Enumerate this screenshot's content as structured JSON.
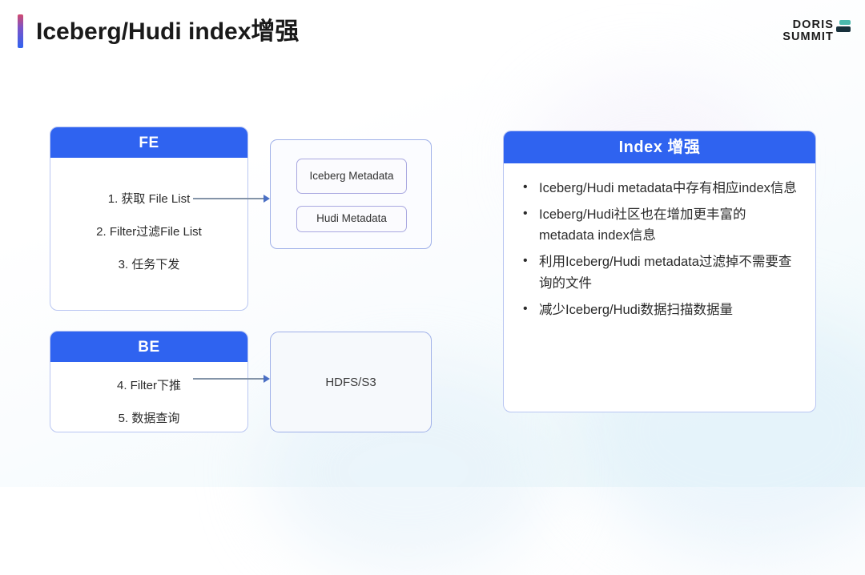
{
  "slide": {
    "title": "Iceberg/Hudi index增强",
    "accent_color": "#2f63f0",
    "header_blue": "#2f63f0",
    "background": "#ffffff"
  },
  "logo": {
    "line1": "DORIS",
    "line2": "SUMMIT",
    "mark_top_color": "#4bb9ad",
    "mark_bottom_color": "#17313c"
  },
  "diagram": {
    "fe": {
      "title": "FE",
      "steps": [
        "1. 获取 File List",
        "2. Filter过滤File List",
        "3. 任务下发"
      ]
    },
    "be": {
      "title": "BE",
      "steps": [
        "4. Filter下推",
        "5. 数据查询"
      ]
    },
    "metadata": {
      "chips": [
        "Iceberg Metadata",
        "Hudi Metadata"
      ]
    },
    "storage": {
      "label": "HDFS/S3"
    },
    "arrows": [
      "fe-to-metadata",
      "be-to-storage"
    ]
  },
  "index_panel": {
    "title": "Index 增强",
    "bullets": [
      "Iceberg/Hudi metadata中存有相应index信息",
      "Iceberg/Hudi社区也在增加更丰富的metadata index信息",
      "利用Iceberg/Hudi metadata过滤掉不需要查询的文件",
      "减少Iceberg/Hudi数据扫描数据量"
    ]
  }
}
